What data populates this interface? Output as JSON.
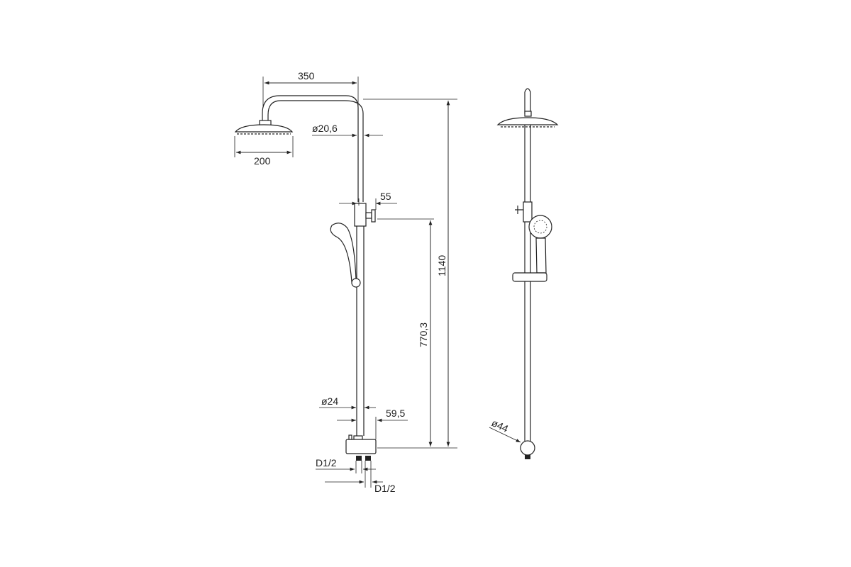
{
  "drawing": {
    "front_view": {
      "dim_arm_length": "350",
      "dim_head_diameter": "200",
      "dim_upper_pipe_diameter": "ø20,6",
      "dim_bracket_offset": "55",
      "dim_total_height": "1140",
      "dim_bracket_height": "770,3",
      "dim_lower_pipe_diameter": "ø24",
      "dim_mixer_offset": "59,5",
      "dim_inlet_left": "D1/2",
      "dim_inlet_right": "D1/2"
    },
    "side_view": {
      "dim_ball_diameter": "ø44"
    },
    "line_color": "#222222"
  }
}
